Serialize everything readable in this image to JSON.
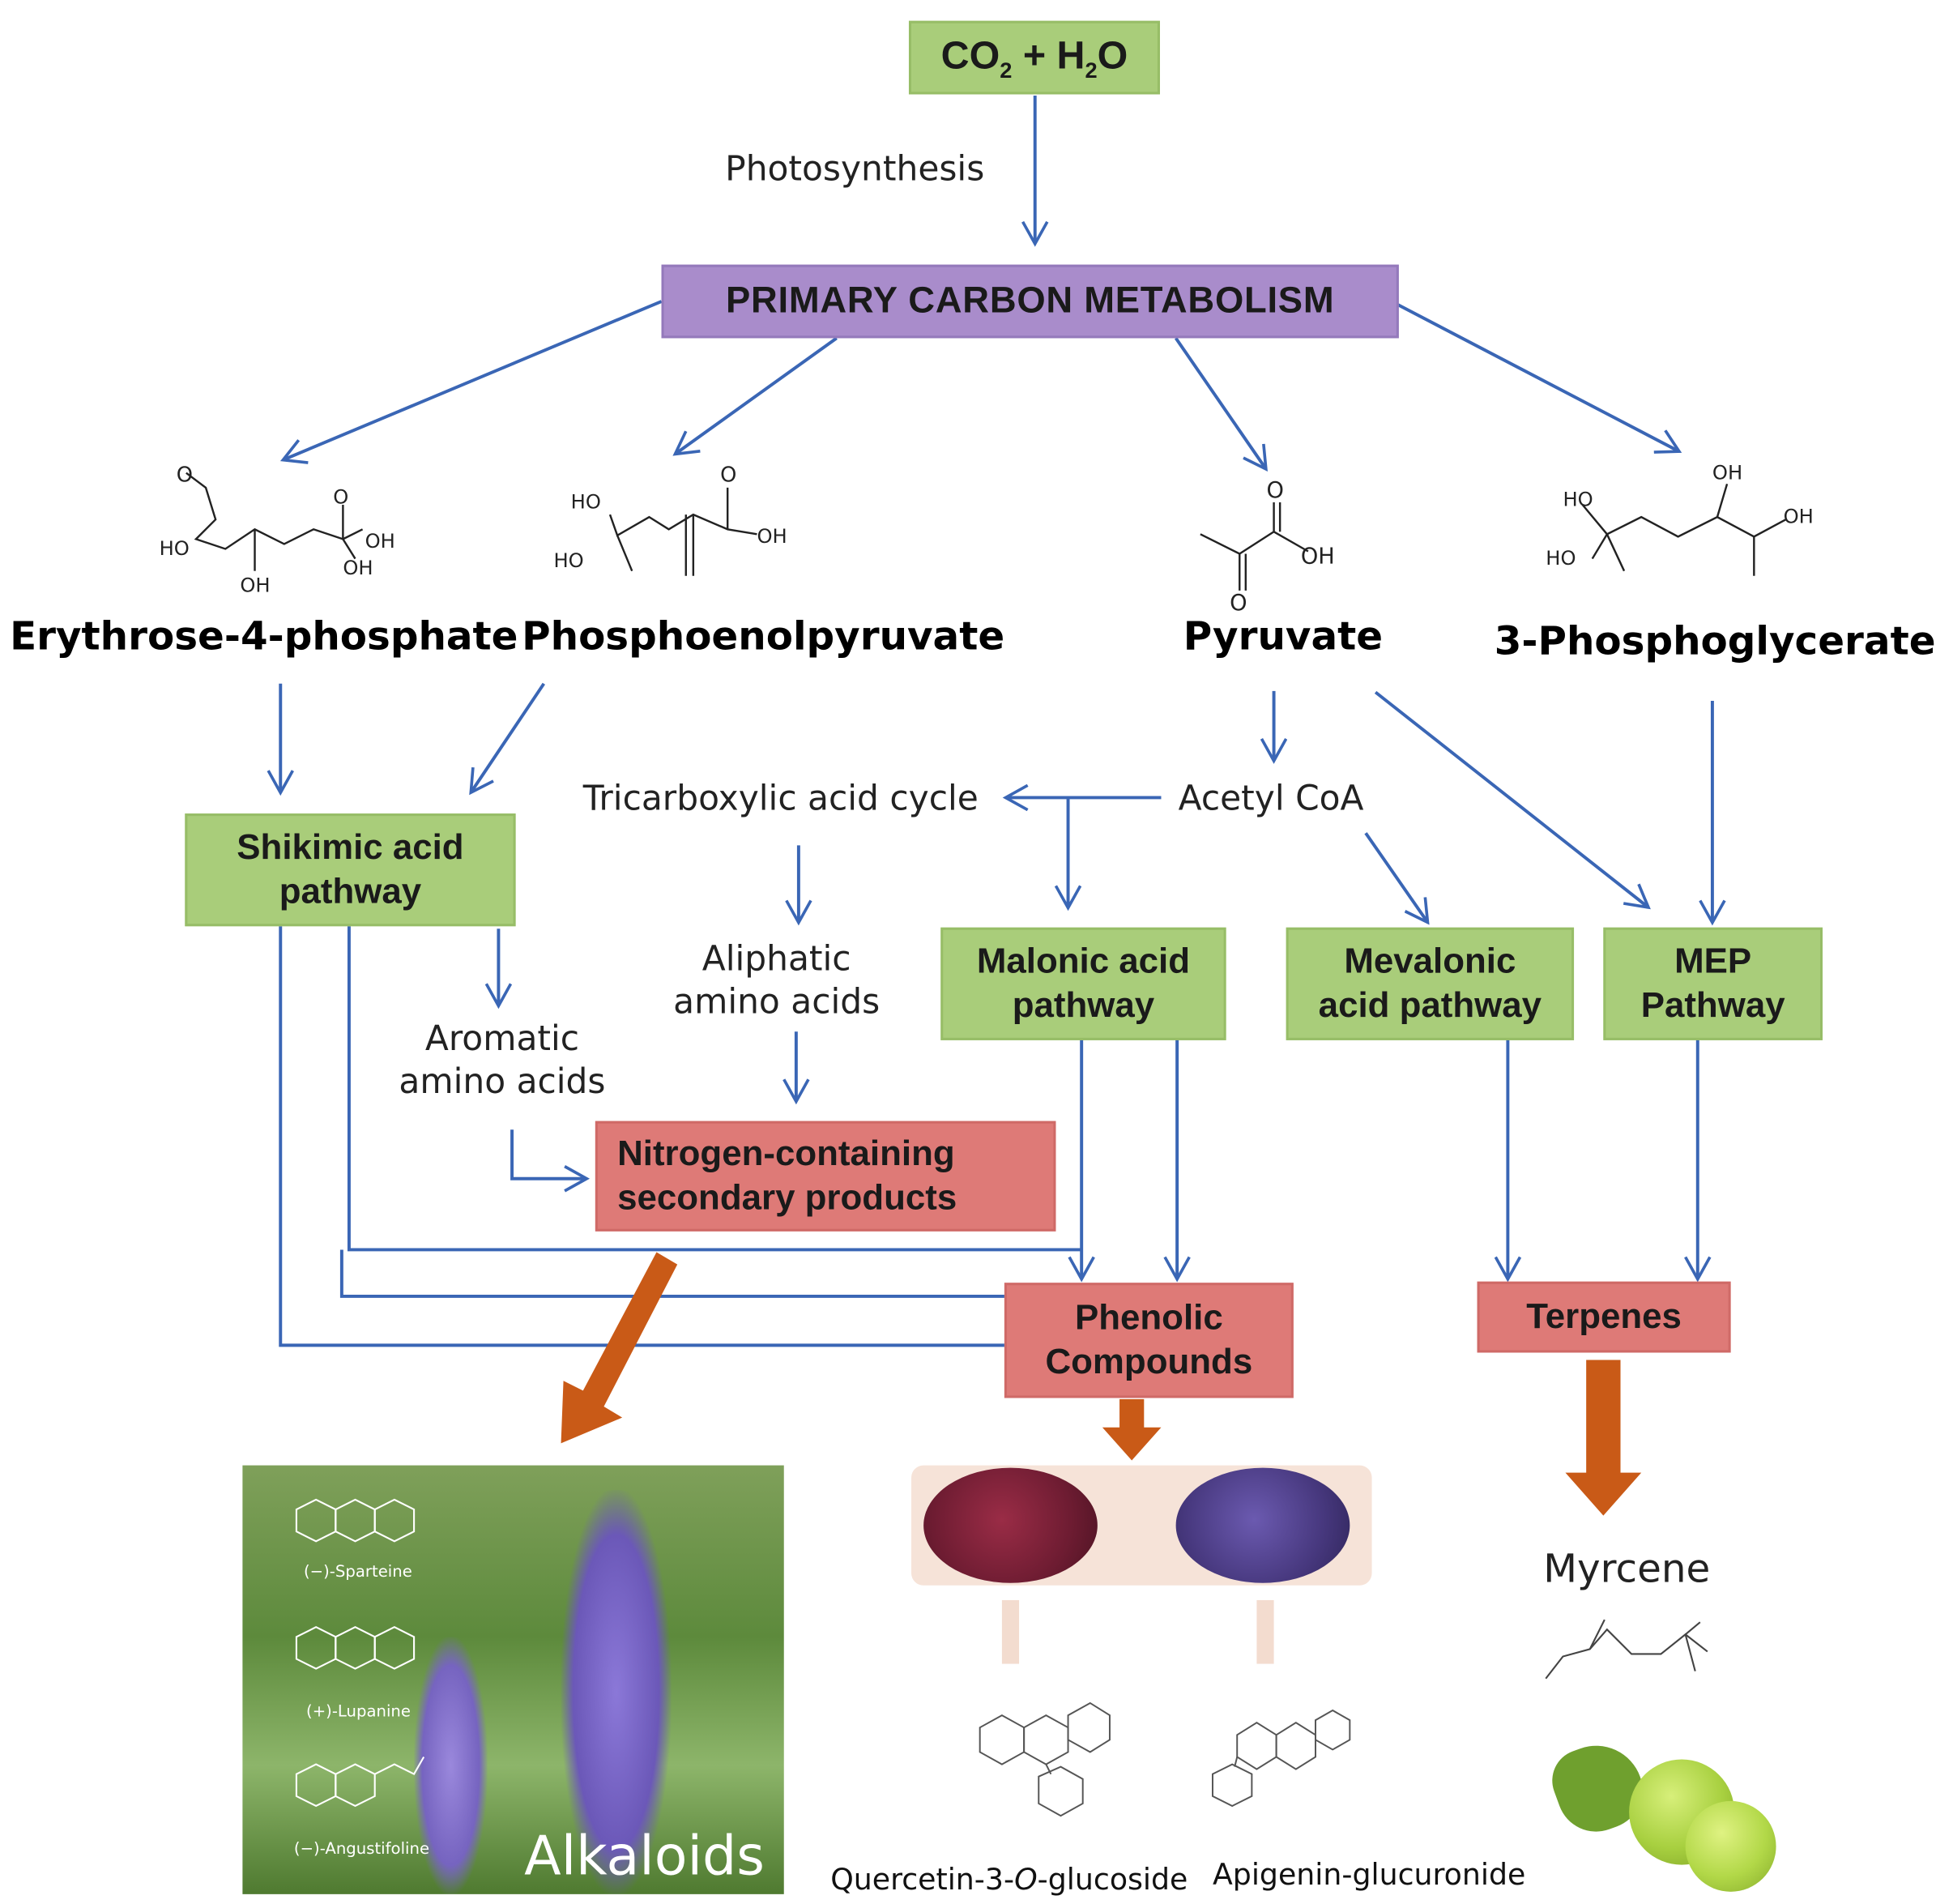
{
  "top": {
    "input_main": "CO",
    "input_sub1": "2",
    "input_mid": " + H",
    "input_sub2": "2",
    "input_end": "O",
    "photosynthesis": "Photosynthesis",
    "primary": "PRIMARY CARBON METABOLISM"
  },
  "precursors": {
    "e4p": "Erythrose-4-phosphate",
    "pep": "Phosphoenolpyruvate",
    "pyruvate": "Pyruvate",
    "pg3": "3-Phosphoglycerate"
  },
  "intermediates": {
    "tca": "Tricarboxylic acid cycle",
    "acetyl": "Acetyl CoA",
    "aliphatic_1": "Aliphatic",
    "aliphatic_2": "amino acids",
    "aromatic_1": "Aromatic",
    "aromatic_2": "amino acids"
  },
  "pathways": {
    "shikimic_1": "Shikimic acid",
    "shikimic_2": "pathway",
    "malonic_1": "Malonic acid",
    "malonic_2": "pathway",
    "mevalonic_1": "Mevalonic",
    "mevalonic_2": "acid pathway",
    "mep_1": "MEP",
    "mep_2": "Pathway"
  },
  "products": {
    "nitrogen_1": "Nitrogen-containing",
    "nitrogen_2": "secondary products",
    "phenolic_1": "Phenolic",
    "phenolic_2": "Compounds",
    "terpenes": "Terpenes"
  },
  "examples": {
    "alkaloids": "Alkaloids",
    "sparteine": "(−)-Sparteine",
    "lupanine": "(+)-Lupanine",
    "angustifoline": "(−)-Angustifoline",
    "quercetin_a": "Quercetin-3-",
    "quercetin_o": "O",
    "quercetin_b": "-glucoside",
    "apigenin": "Apigenin-glucuronide",
    "myrcene": "Myrcene"
  },
  "colors": {
    "arrow_blue": "#3a66b5",
    "arrow_orange": "#c95a17",
    "box_green": "#a9cd7a",
    "box_purple": "#a98ccb",
    "box_red": "#de7a77"
  }
}
